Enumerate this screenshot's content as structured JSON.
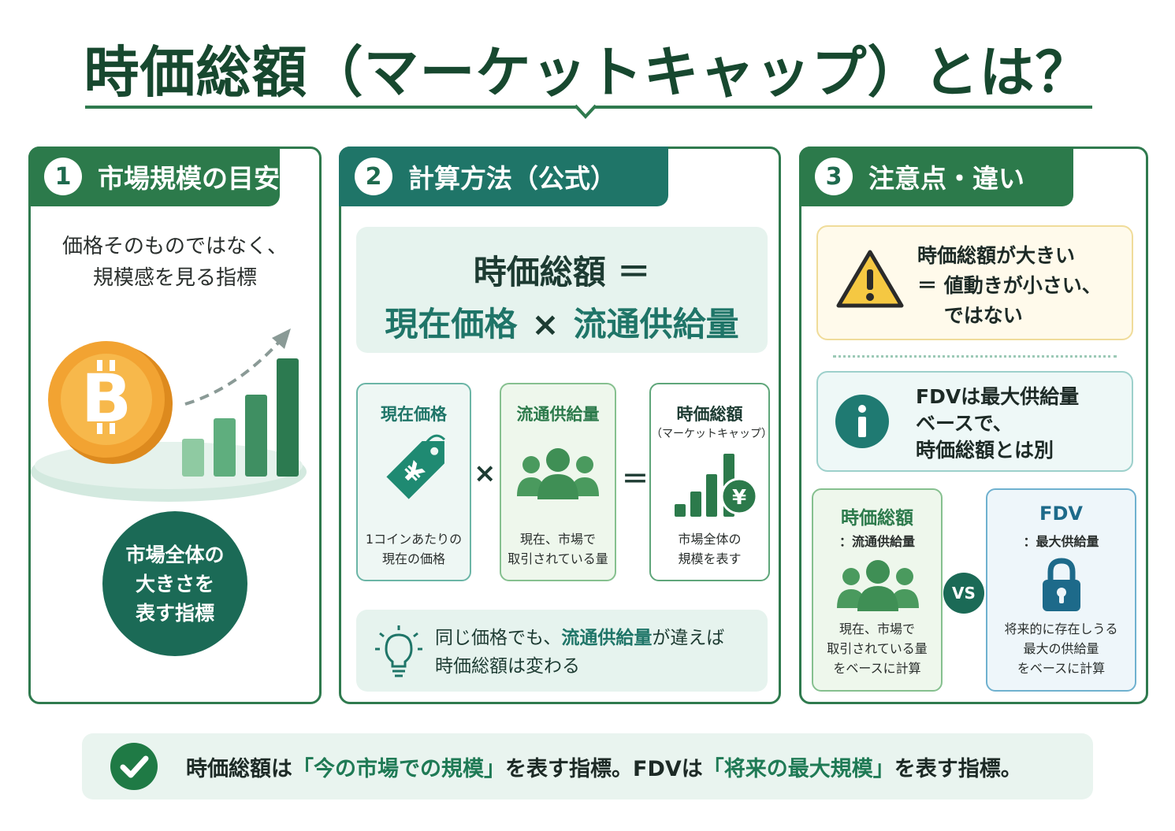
{
  "title": "時価総額（マーケットキャップ）とは？",
  "panel1": {
    "number": "1",
    "heading": "市場規模の目安",
    "text": "価格そのものではなく、\n規模感を見る指標",
    "badge": "市場全体の\n大きさを\n表す指標",
    "icons": [
      "bitcoin-coin-icon",
      "rising-bar-chart-icon"
    ]
  },
  "panel2": {
    "number": "2",
    "heading": "計算方法（公式）",
    "formula_top": "時価総額 ＝",
    "formula_left": "現在価格",
    "formula_op": "×",
    "formula_right": "流通供給量",
    "cards": [
      {
        "title": "現在価格",
        "subtitle": "",
        "desc": "1コインあたりの\n現在の価格",
        "icon": "yen-price-tag-icon"
      },
      {
        "title": "流通供給量",
        "subtitle": "",
        "desc": "現在、市場で\n取引されている量",
        "icon": "people-group-icon"
      },
      {
        "title": "時価総額",
        "subtitle": "（マーケットキャップ）",
        "desc": "市場全体の\n規模を表す",
        "icon": "yen-chart-icon"
      }
    ],
    "op_multiply": "×",
    "op_equals": "＝",
    "tip_line1_a": "同じ価格でも、",
    "tip_line1_hl": "流通供給量",
    "tip_line1_b": "が違えば",
    "tip_line2": "時価総額は変わる",
    "tip_icon": "lightbulb-icon"
  },
  "panel3": {
    "number": "3",
    "heading": "注意点・違い",
    "warning": "時価総額が大きい\n＝ 値動きが小さい、\n　 ではない",
    "info": "FDVは最大供給量\nベースで、\n時価総額とは別",
    "compare_left": {
      "title": "時価総額",
      "subtitle": "：流通供給量",
      "desc": "現在、市場で\n取引されている量\nをベースに計算",
      "icon": "people-group-icon"
    },
    "vs": "VS",
    "compare_right": {
      "title": "FDV",
      "subtitle": "：最大供給量",
      "desc": "将来的に存在しうる\n最大の供給量\nをベースに計算",
      "icon": "padlock-icon"
    }
  },
  "footer": {
    "a": "時価総額は",
    "q1": "「今の市場での規模」",
    "b": "を表す指標。FDVは",
    "q2": "「将来の最大規模」",
    "c": "を表す指標。",
    "icon": "check-circle-icon"
  },
  "colors": {
    "dark_green": "#17482f",
    "green": "#2c7a4b",
    "teal": "#1f7568",
    "coin": "#f2a332",
    "warning": "#f5c842",
    "fdv_blue": "#1d6a8a"
  }
}
